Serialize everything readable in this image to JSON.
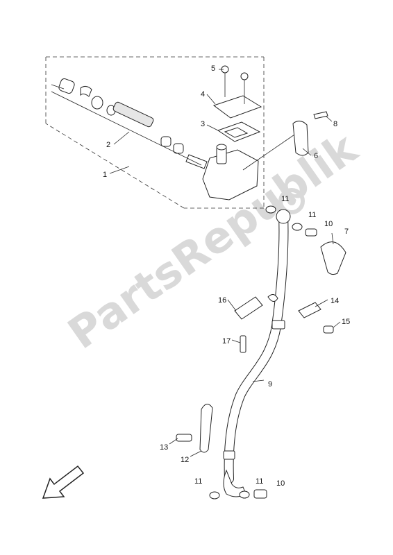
{
  "watermark": {
    "text": "PartsRepublik",
    "color": "#d9d9d9"
  },
  "callouts": {
    "c1": "1",
    "c2": "2",
    "c3": "3",
    "c4": "4",
    "c5": "5",
    "c6": "6",
    "c7": "7",
    "c8": "8",
    "c9": "9",
    "c10a": "10",
    "c10b": "10",
    "c11a": "11",
    "c11b": "11",
    "c11c": "11",
    "c11d": "11",
    "c12": "12",
    "c13": "13",
    "c14": "14",
    "c15": "15",
    "c16": "16",
    "c17": "17"
  },
  "icons": {
    "direction": "front-arrow-icon",
    "watermark_logo": "gear-icon"
  }
}
